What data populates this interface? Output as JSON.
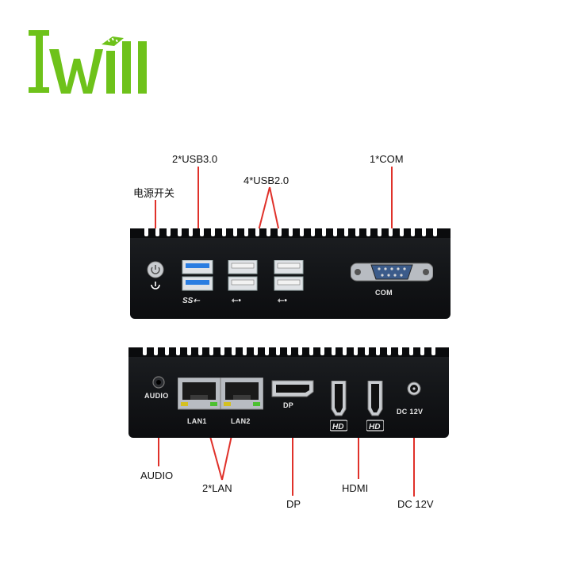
{
  "brand": {
    "logo_text": "Iwill"
  },
  "callouts": {
    "power": "电源开关",
    "usb30": "2*USB3.0",
    "usb20": "4*USB2.0",
    "com": "1*COM",
    "audio": "AUDIO",
    "lan": "2*LAN",
    "dp": "DP",
    "hdmi": "HDMI",
    "dc": "DC 12V"
  },
  "panel_labels": {
    "com": "COM",
    "audio": "AUDIO",
    "lan1": "LAN1",
    "lan2": "LAN2",
    "dp": "DP",
    "dc": "DC 12V"
  },
  "colors": {
    "callout_line": "#e0312a",
    "logo_green": "#6ec21a",
    "usb3_blue": "#2a7de1"
  }
}
